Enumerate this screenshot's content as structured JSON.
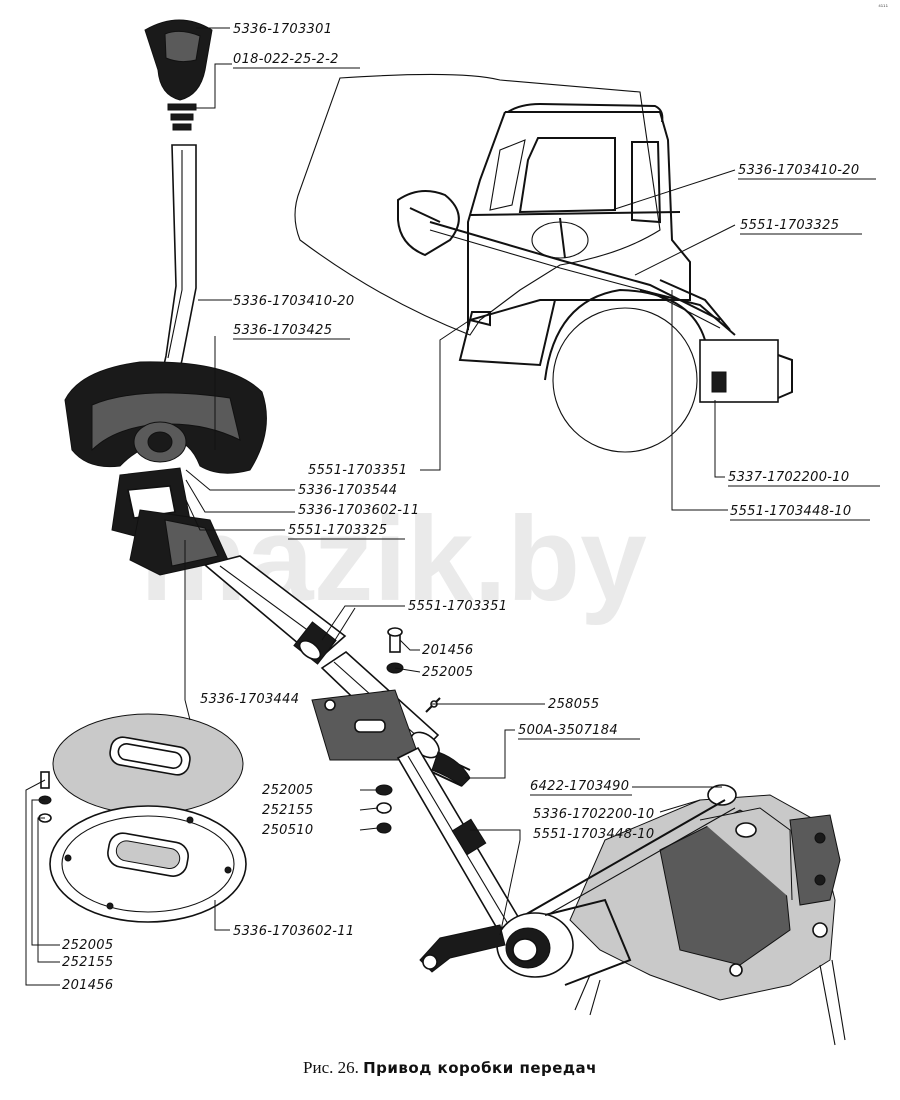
{
  "watermark": "mazik.by",
  "corner_mark": "⁴¹¹¹",
  "caption": {
    "prefix": "Рис. 26.",
    "title": "Привод коробки передач"
  },
  "labels": [
    "5336-1703301",
    "018-022-25-2-2",
    "5336-1703410-20",
    "5551-1703325",
    "5336-1703410-20",
    "5336-1703425",
    "5551-1703351",
    "5336-1703544",
    "5336-1703602-11",
    "5551-1703325",
    "5337-1702200-10",
    "5551-1703448-10",
    "5551-1703351",
    "201456",
    "252005",
    "258055",
    "5336-1703444",
    "500А-3507184",
    "252005",
    "252155",
    "250510",
    "6422-1703490",
    "5336-1702200-10",
    "5551-1703448-10",
    "5336-1703602-11",
    "252005",
    "252155",
    "201456"
  ]
}
